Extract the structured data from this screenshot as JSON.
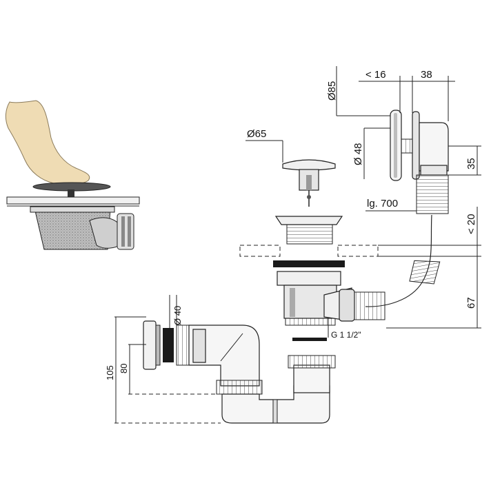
{
  "diagram": {
    "labels": {
      "d85": "Ø85",
      "lt16": "< 16",
      "w38": "38",
      "d65": "Ø65",
      "d48": "Ø 48",
      "h35": "35",
      "lg700": "lg. 700",
      "lt20": "< 20",
      "h67": "67",
      "thread": "G 1 1/2\"",
      "d40": "Ø 40",
      "h105": "105",
      "h80": "80"
    },
    "colors": {
      "skin": "#efdcb4",
      "metal": "#d8d8d8",
      "shade": "#8c8c8c",
      "gasket": "#1a1a1a",
      "line": "#222222"
    }
  }
}
